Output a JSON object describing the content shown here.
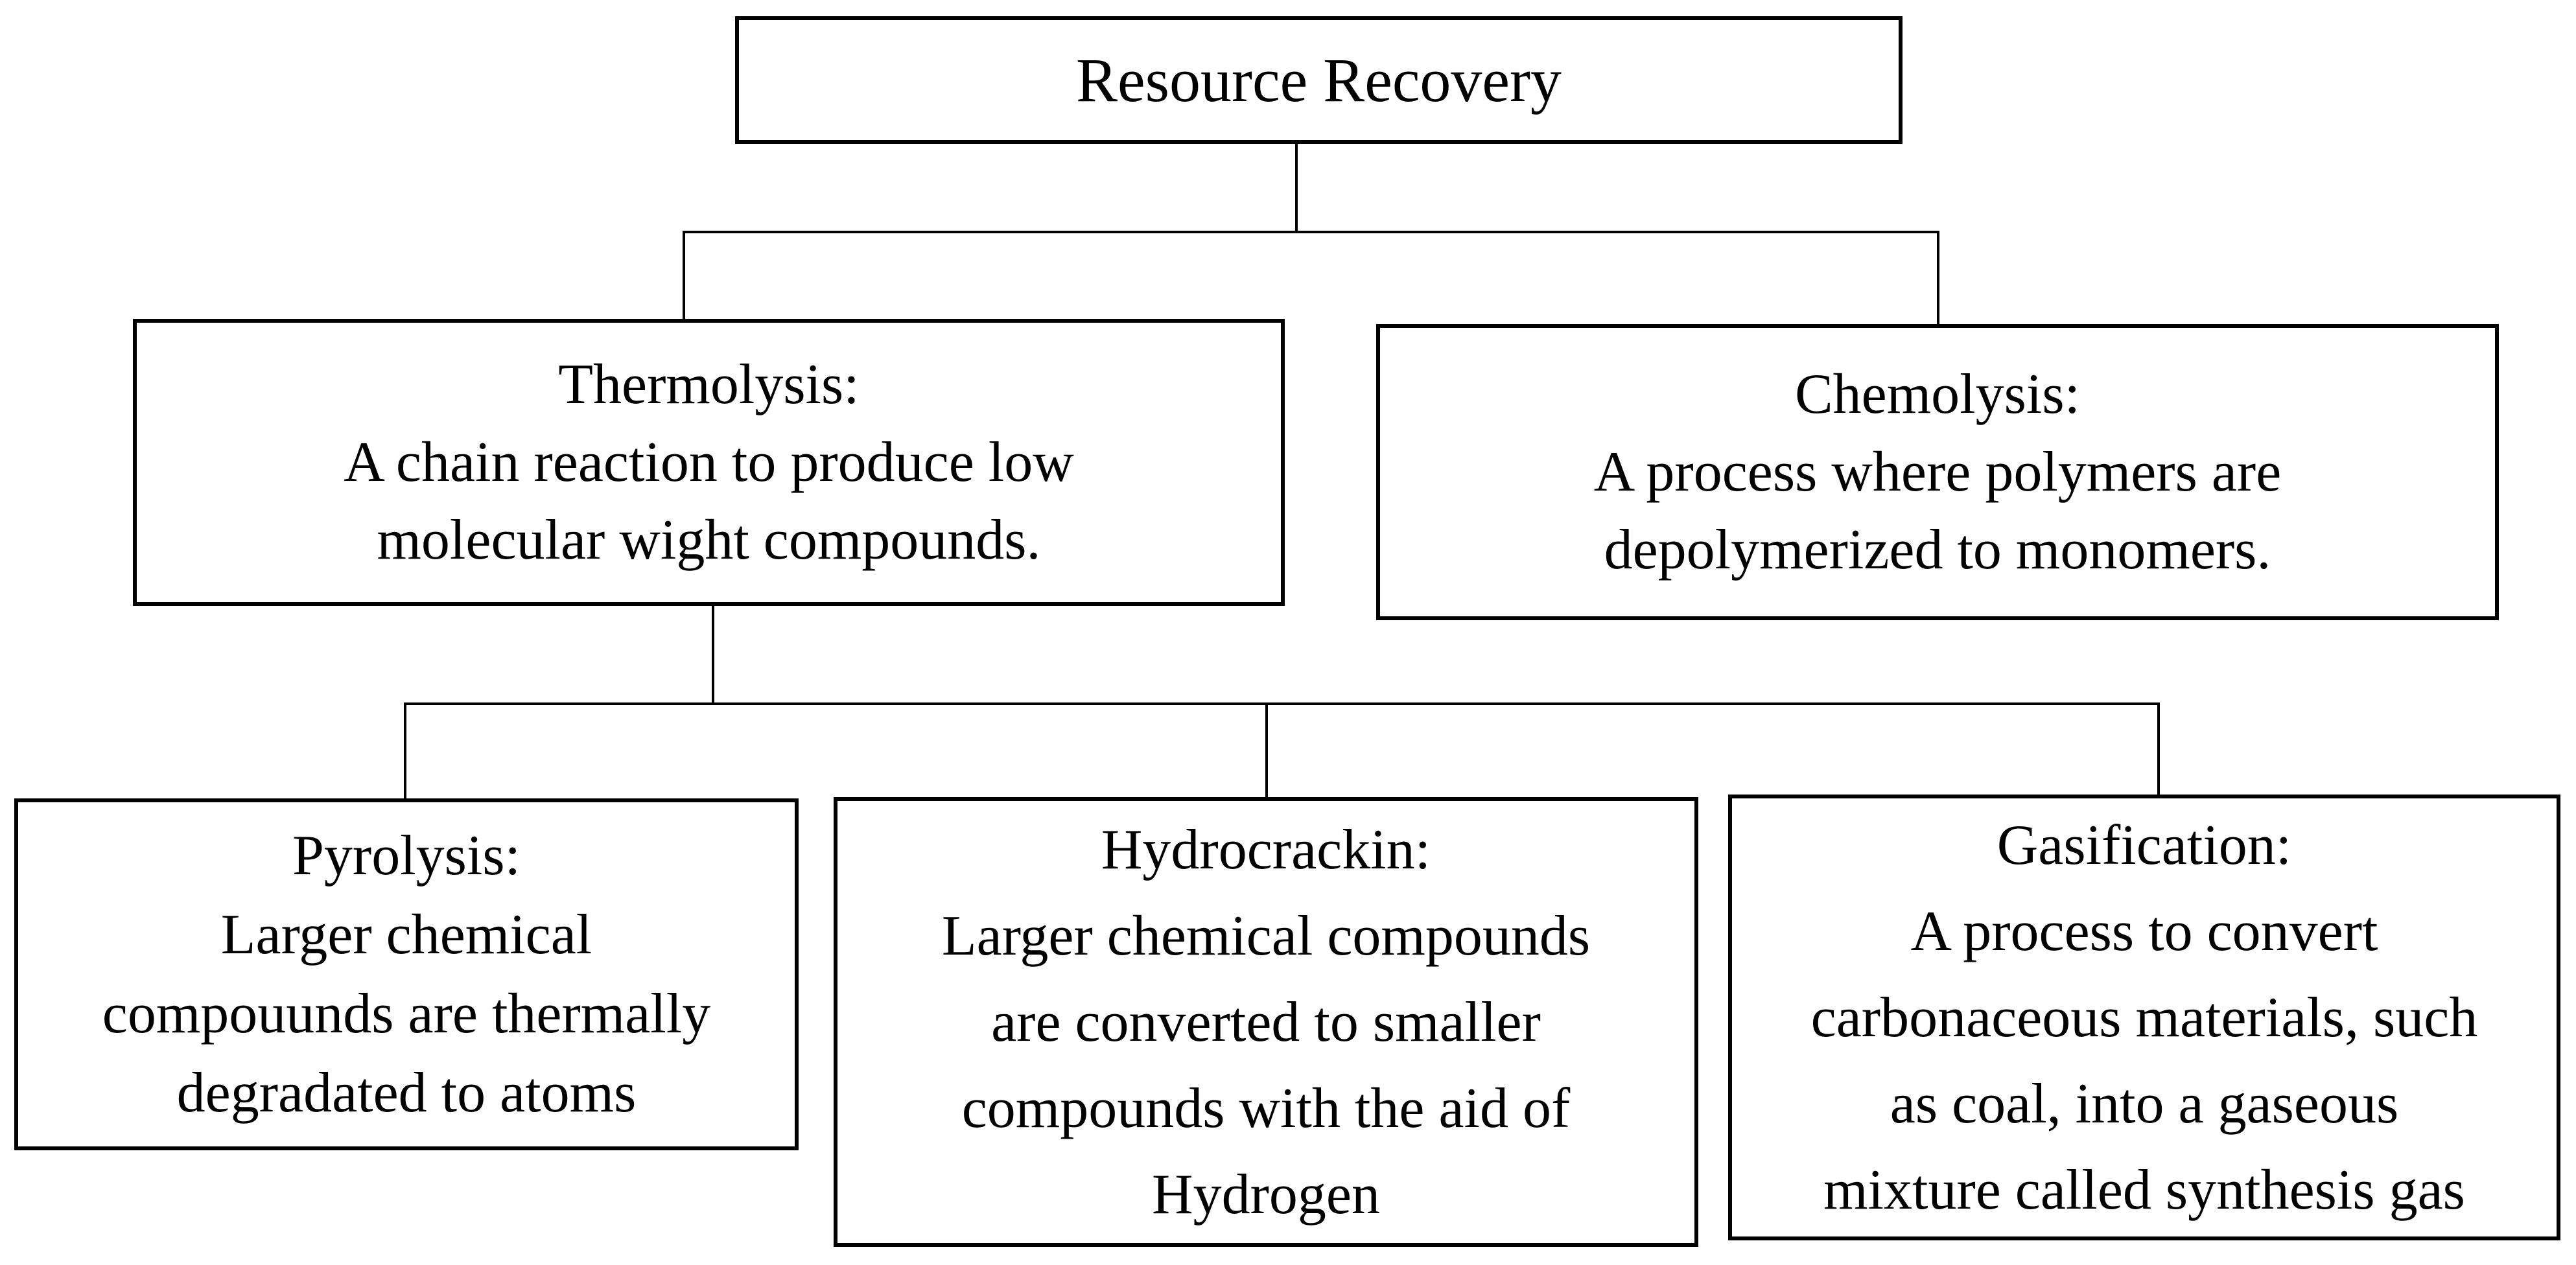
{
  "colors": {
    "background": "#ffffff",
    "border": "#000000",
    "text": "#000000",
    "connector": "#000000"
  },
  "nodes": {
    "resource_recovery": {
      "name": "Resource Recovery"
    },
    "thermolysis": {
      "name": "Thermolysis:",
      "description": "A chain reaction to produce low\nmolecular wight compounds."
    },
    "chemolysis": {
      "name": "Chemolysis:",
      "description": "A process where polymers are\ndepolymerized to monomers."
    },
    "pyrolysis": {
      "name": "Pyrolysis:",
      "description": "Larger chemical\ncompouunds are thermally\ndegradated to atoms"
    },
    "hydrocracking": {
      "name": "Hydrocrackin:",
      "description": "Larger chemical compounds\nare converted to smaller\ncompounds with the aid of\nHydrogen"
    },
    "gasification": {
      "name": "Gasification:",
      "description": "A process to convert\ncarbonaceous materials, such\nas coal, into a gaseous\nmixture called synthesis gas"
    }
  },
  "hierarchy": {
    "resource_recovery": [
      "thermolysis",
      "chemolysis"
    ],
    "thermolysis": [
      "pyrolysis",
      "hydrocracking",
      "gasification"
    ]
  }
}
